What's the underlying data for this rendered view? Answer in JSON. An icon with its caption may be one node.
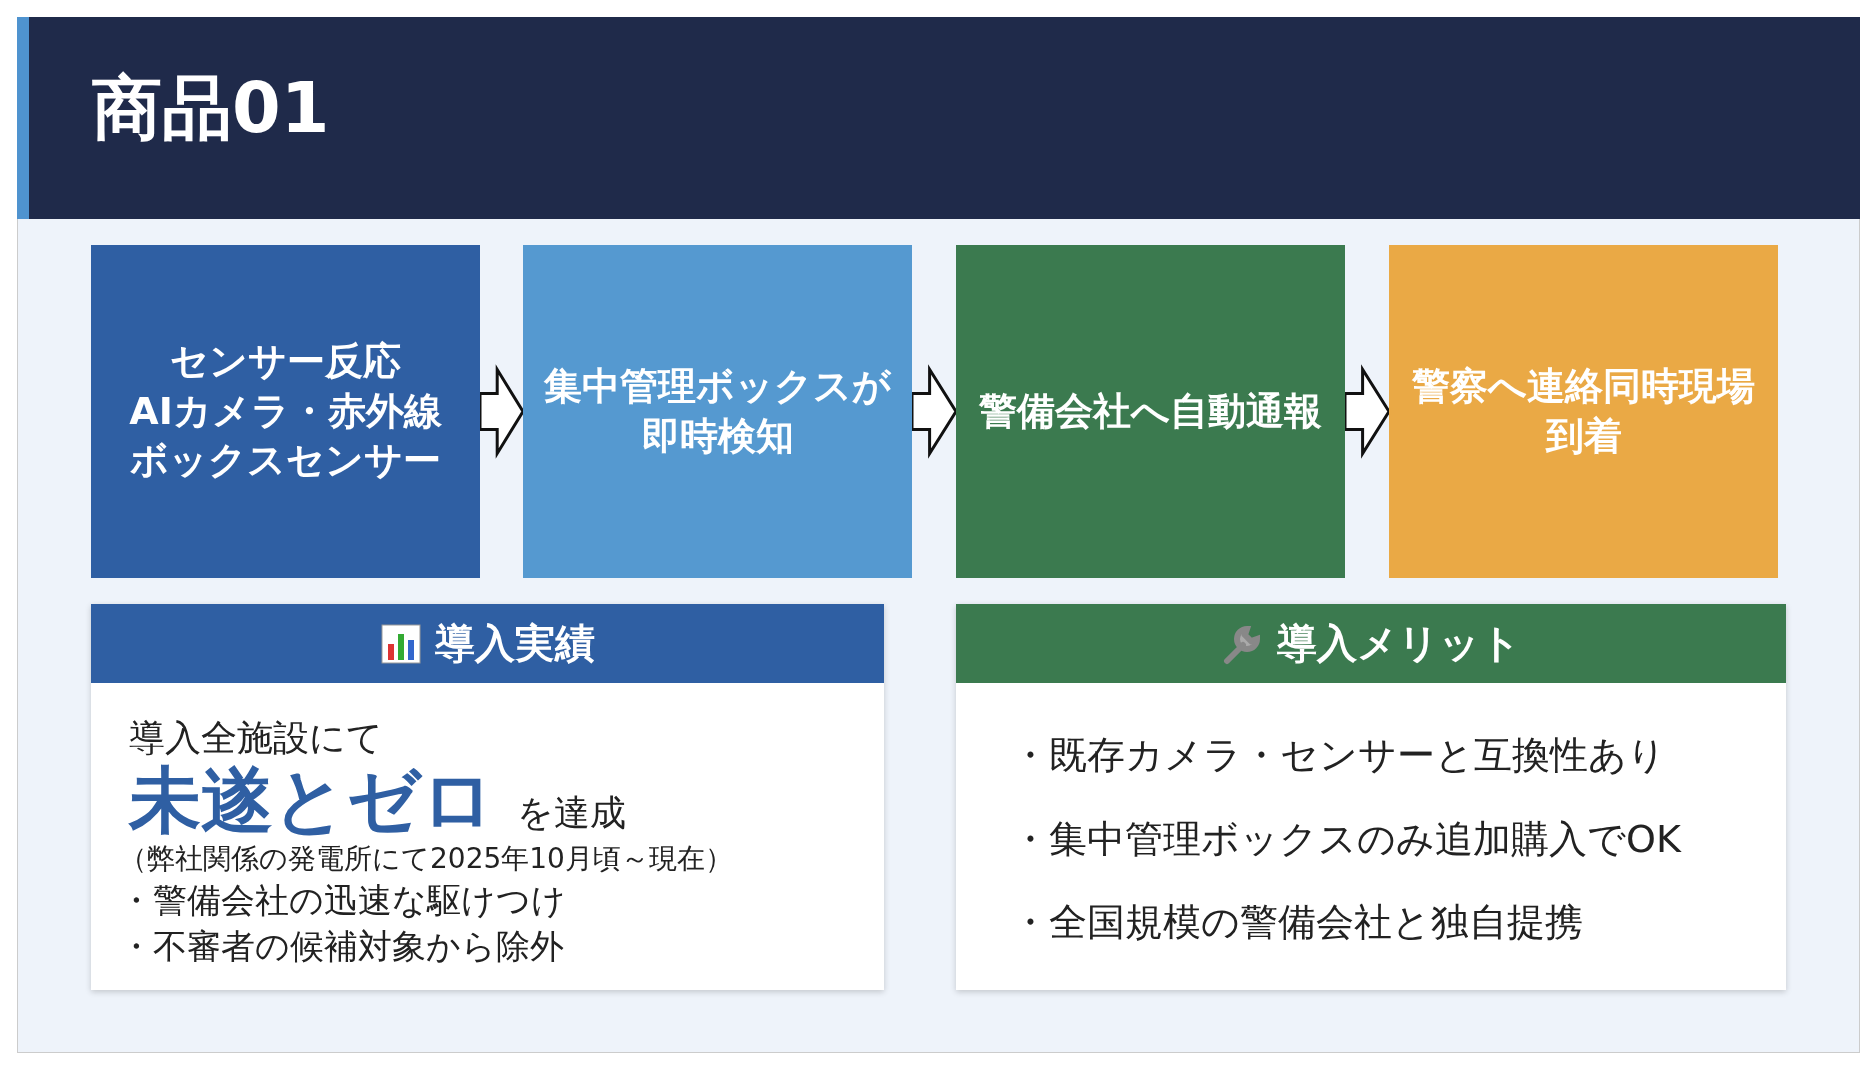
{
  "diagram": {
    "title": "商品01",
    "nodes": [
      {
        "text": [
          "センサー反応",
          "AIカメラ・赤外線ボックスセンサー"
        ]
      },
      {
        "text": [
          "集中管理ボックスが即時検知"
        ]
      },
      {
        "text": [
          "警備会社へ自動通報"
        ]
      },
      {
        "text": [
          "警察へ連絡同時現場到着"
        ]
      },
      {
        "text": [
          "導入実績",
          "導入全施設にて",
          "未遂とゼロ",
          "を達成",
          "（弊社関係の発電所にて2025年10月頃～現在）",
          "・警備会社の迅速な駆けつけ",
          "・不審者の候補対象から除外"
        ]
      },
      {
        "text": [
          "導入メリット",
          "・既存カメラ・センサーと互換性あり",
          "・集中管理ボックスのみ追加購入でOK",
          "・全国規模の警備会社と独自提携"
        ]
      }
    ],
    "edges": [
      {
        "from": 0,
        "to": 1,
        "arrow": "to"
      },
      {
        "from": 1,
        "to": 2,
        "arrow": "to"
      },
      {
        "from": 2,
        "to": 3,
        "arrow": "to"
      }
    ]
  }
}
